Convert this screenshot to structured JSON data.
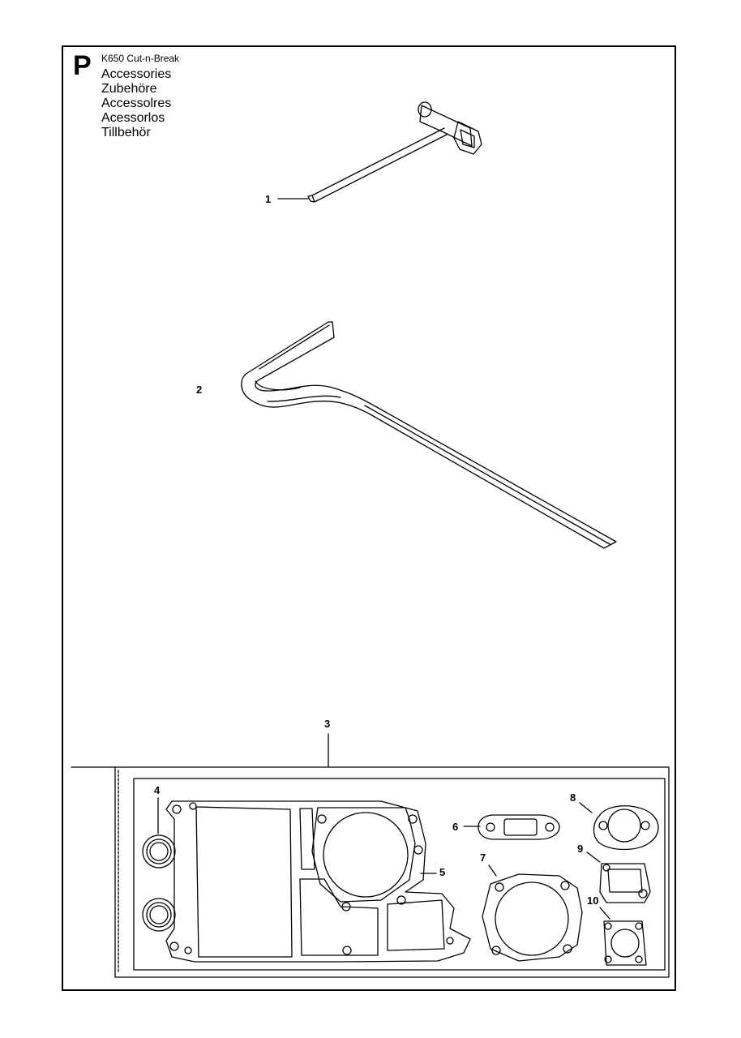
{
  "header": {
    "section_letter": "P",
    "model": "K650 Cut-n-Break",
    "titles": [
      "Accessories",
      "Zubehöre",
      "Accessolres",
      "Acessorlos",
      "Tillbehör"
    ]
  },
  "callouts": {
    "c1": "1",
    "c2": "2",
    "c3": "3",
    "c4": "4",
    "c5": "5",
    "c6": "6",
    "c7": "7",
    "c8": "8",
    "c9": "9",
    "c10": "10"
  }
}
